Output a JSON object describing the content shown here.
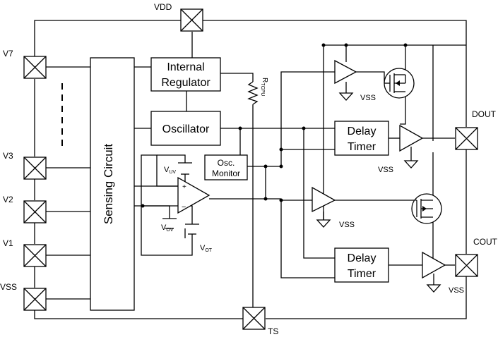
{
  "blocks": {
    "sensing_circuit": "Sensing Circuit",
    "internal_regulator_line1": "Internal",
    "internal_regulator_line2": "Regulator",
    "oscillator": "Oscillator",
    "osc_monitor_line1": "Osc.",
    "osc_monitor_line2": "Monitor",
    "delay_timer_top_line1": "Delay",
    "delay_timer_top_line2": "Timer",
    "delay_timer_bottom_line1": "Delay",
    "delay_timer_bottom_line2": "Timer"
  },
  "pins": {
    "vdd": "VDD",
    "v7": "V7",
    "v3": "V3",
    "v2": "V2",
    "v1": "V1",
    "vss": "VSS",
    "dout": "DOUT",
    "cout": "COUT",
    "ts": "TS"
  },
  "labels": {
    "vss_top_buffer": "VSS",
    "vss_dout_buffer": "VSS",
    "vss_mid_buffer": "VSS",
    "vss_cout_buffer": "VSS",
    "resistor_main": "R",
    "resistor_sub": "TCPU",
    "vuv_main": "V",
    "vuv_sub": "UV",
    "vov_main": "V",
    "vov_sub": "OV",
    "vot_main": "V",
    "vot_sub": "OT",
    "opamp_plus": "+",
    "opamp_minus": "−"
  }
}
